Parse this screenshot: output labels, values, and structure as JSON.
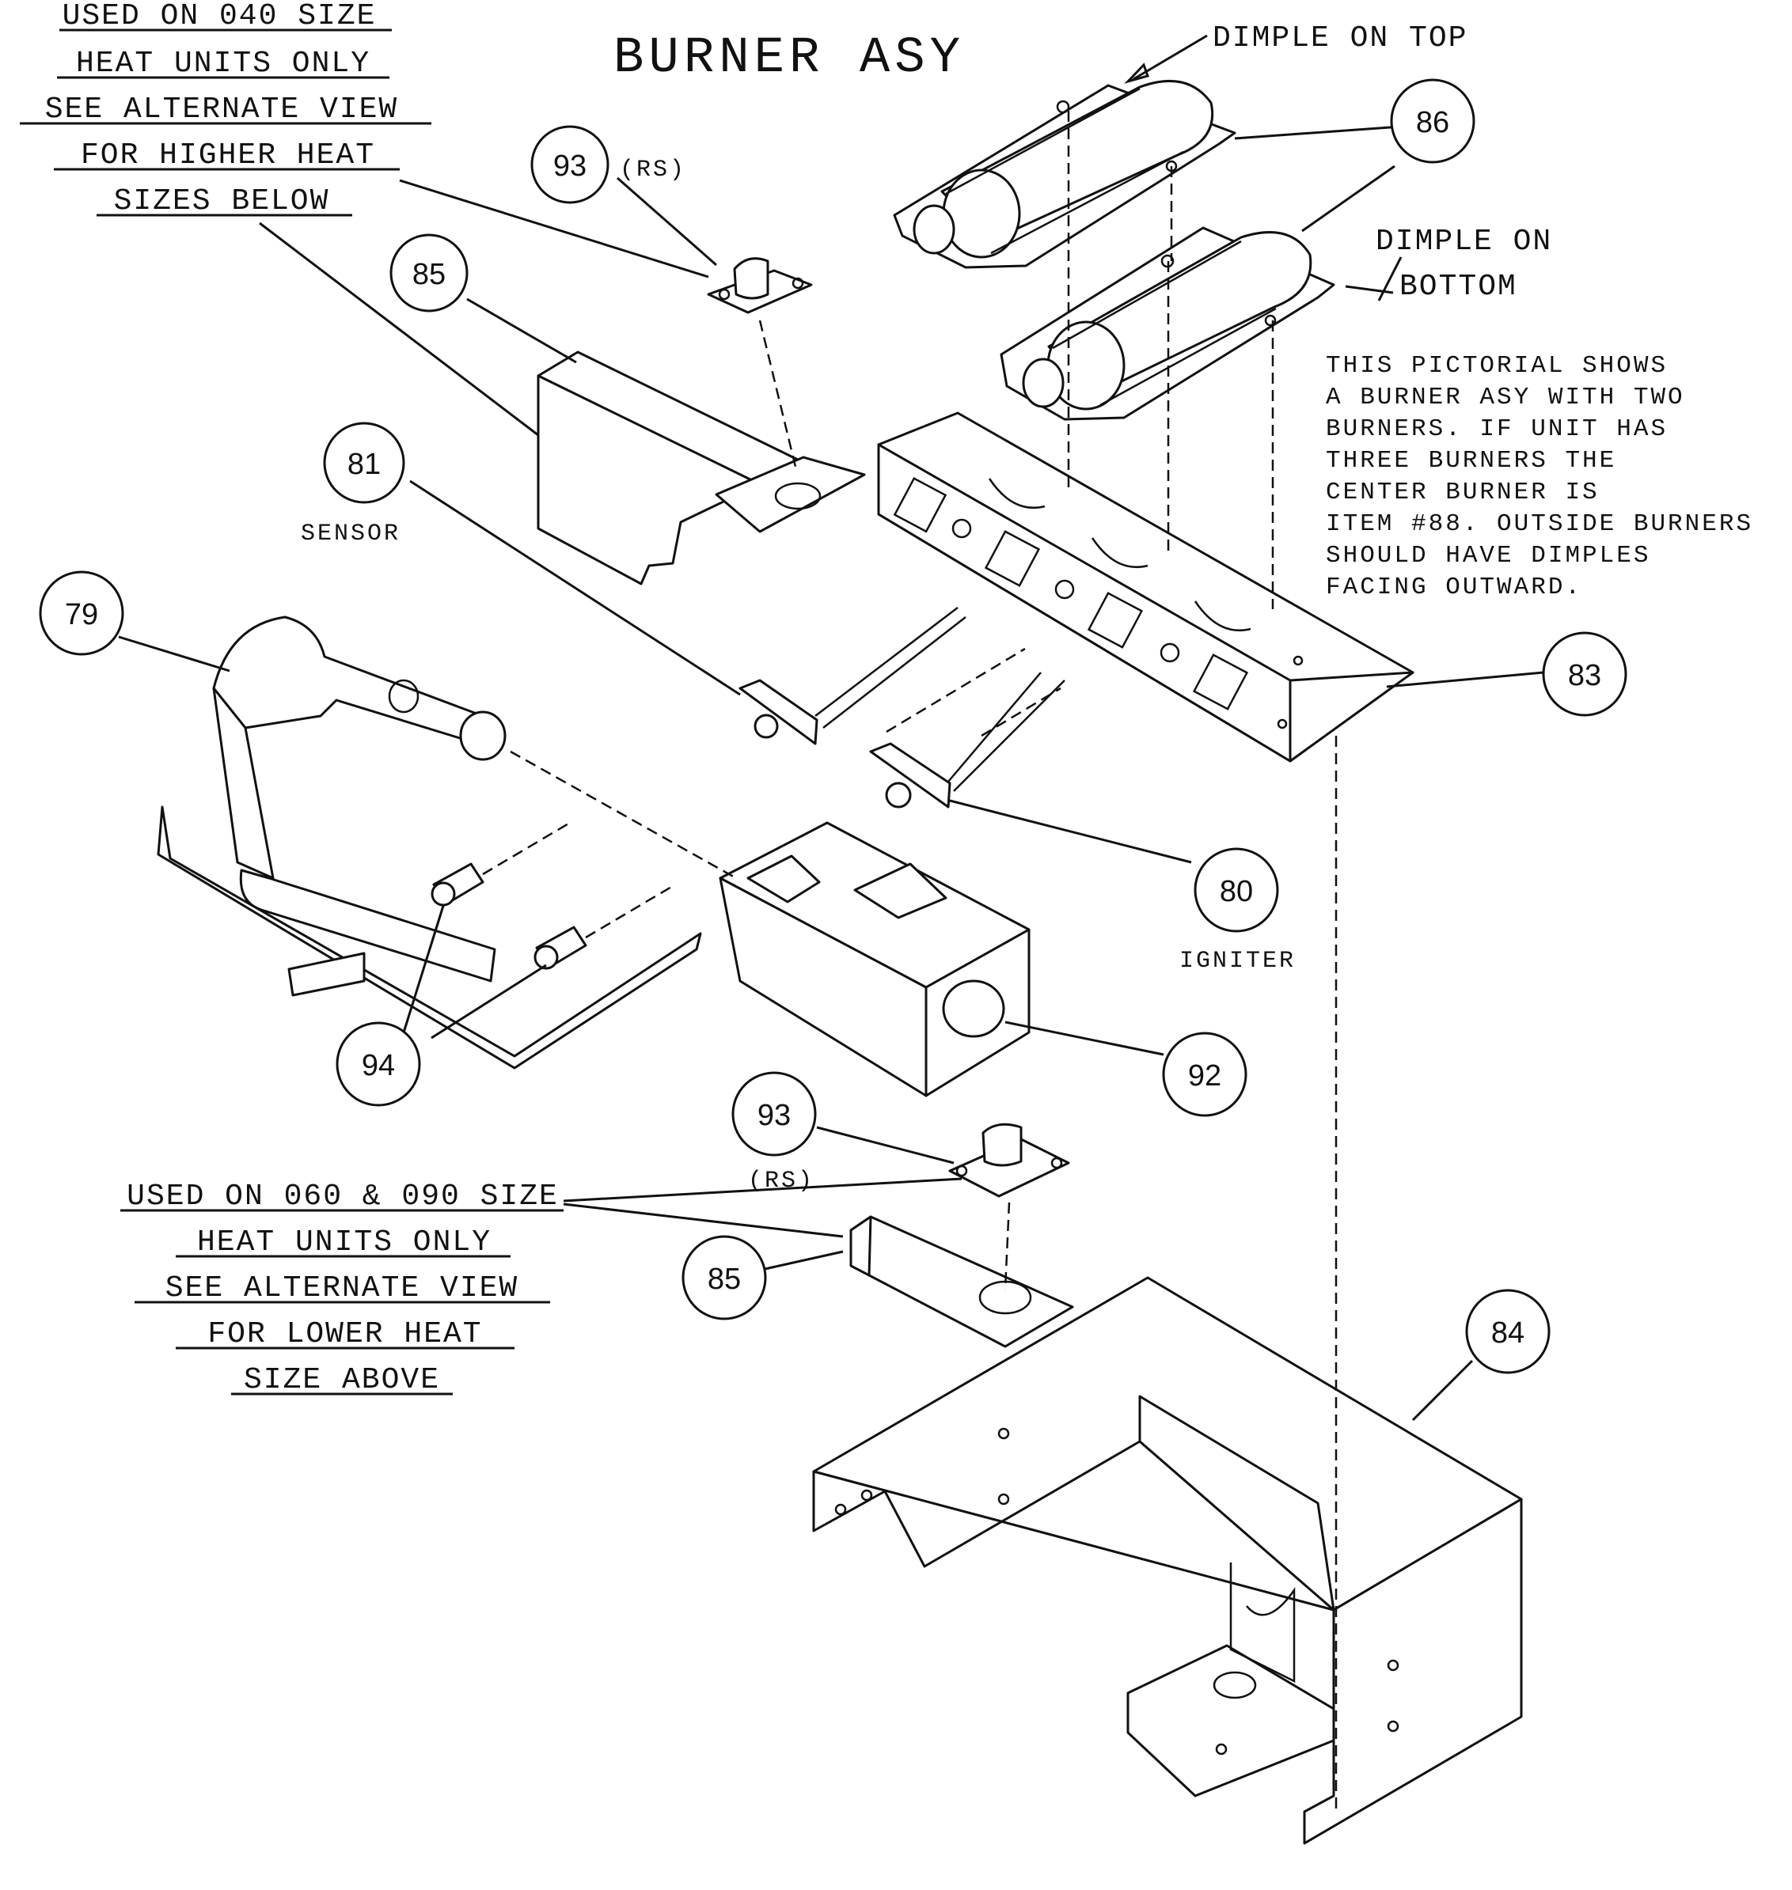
{
  "title": "BURNER ASY",
  "notes": {
    "upper_left": [
      "USED ON 040 SIZE",
      "HEAT UNITS ONLY",
      "SEE ALTERNATE VIEW",
      "FOR HIGHER HEAT",
      "SIZES BELOW"
    ],
    "lower_left": [
      "USED ON 060 & 090 SIZE",
      "HEAT UNITS ONLY",
      "SEE ALTERNATE VIEW",
      "FOR LOWER HEAT",
      "SIZE ABOVE"
    ],
    "dimple_top": "DIMPLE ON TOP",
    "dimple_bottom": [
      "DIMPLE ON",
      "BOTTOM"
    ],
    "pictorial": [
      "THIS PICTORIAL SHOWS",
      "A BURNER ASY WITH TWO",
      "BURNERS. IF UNIT HAS",
      "THREE BURNERS THE",
      "CENTER BURNER IS",
      "ITEM #88. OUTSIDE BURNERS",
      "SHOULD HAVE DIMPLES",
      "FACING OUTWARD."
    ],
    "sensor": "SENSOR",
    "igniter": "IGNITER",
    "rs_top": "(RS)",
    "rs_bottom": "(RS)"
  },
  "callouts": {
    "c93a": "93",
    "c85a": "85",
    "c86": "86",
    "c81": "81",
    "c79": "79",
    "c83": "83",
    "c80": "80",
    "c94": "94",
    "c92": "92",
    "c93b": "93",
    "c85b": "85",
    "c84": "84"
  }
}
